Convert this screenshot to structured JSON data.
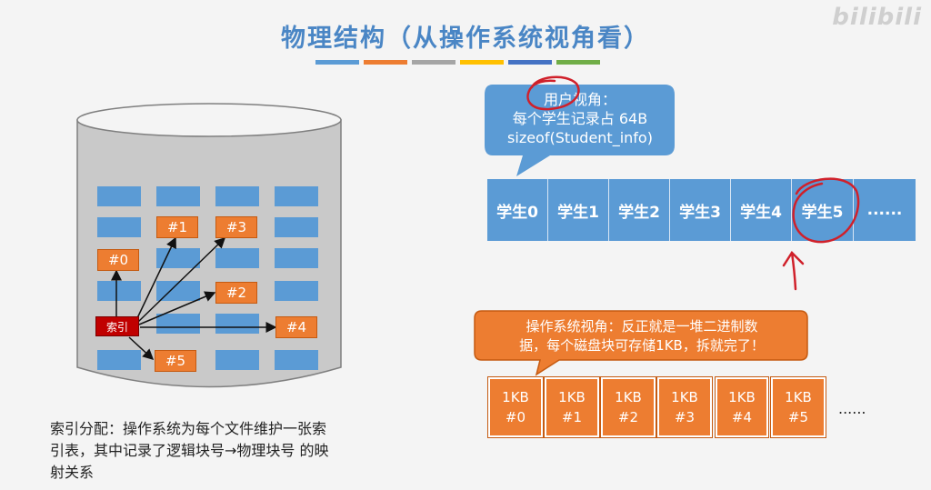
{
  "title": "物理结构（从操作系统视角看）",
  "watermark": "bilibili",
  "title_bar_colors": [
    "#5b9bd5",
    "#ed7d31",
    "#a5a5a5",
    "#ffc000",
    "#4472c4",
    "#70ad47"
  ],
  "disk": {
    "index_label": "索引",
    "blocks": [
      "#0",
      "#1",
      "#2",
      "#3",
      "#4",
      "#5"
    ]
  },
  "user_view": {
    "bubble_text": "用户视角：\n每个学生记录占 64B\nsizeof(Student_info)",
    "students": [
      "学生0",
      "学生1",
      "学生2",
      "学生3",
      "学生4",
      "学生5",
      "......"
    ]
  },
  "os_view": {
    "bubble_text": "操作系统视角：反正就是一堆二进制数\n据，每个磁盘块可存储1KB，拆就完了！",
    "blocks": [
      "1KB\n#0",
      "1KB\n#1",
      "1KB\n#2",
      "1KB\n#3",
      "1KB\n#4",
      "1KB\n#5"
    ],
    "ellipsis": "......"
  },
  "caption": "索引分配：操作系统为每个文件维护一张索\n引表，其中记录了逻辑块号→物理块号 的映\n射关系",
  "colors": {
    "blue": "#5b9bd5",
    "orange": "#ed7d31",
    "title": "#4a86c5",
    "annotation_red": "#d0202a",
    "index_red": "#c00000"
  }
}
